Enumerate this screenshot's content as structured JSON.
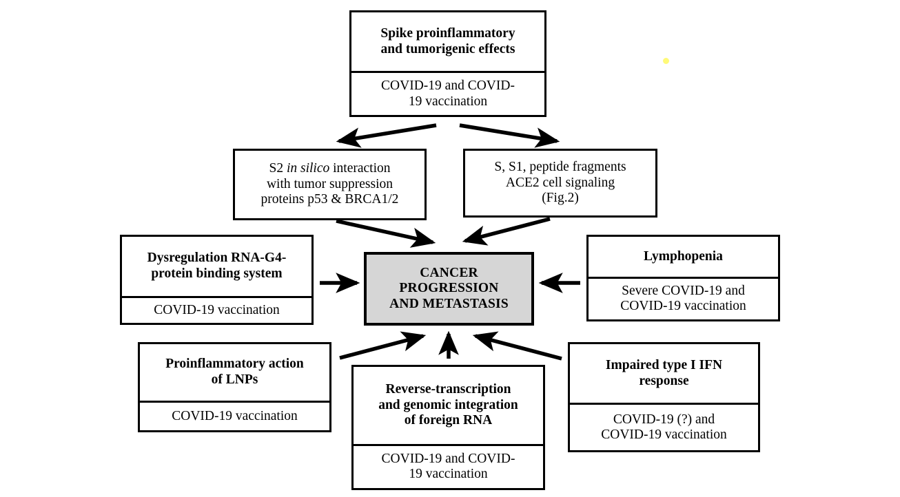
{
  "figure": {
    "type": "flowchart",
    "background": "#ffffff",
    "line_color": "#000000",
    "highlight_fill": "#d6d6d6",
    "marker_color": "#fffa78"
  },
  "boxes": {
    "spike": {
      "title": "Spike proinflammatory and tumorigenic effects",
      "title_line1": "Spike proinflammatory",
      "title_line2": "and tumorigenic effects",
      "source_line1": "COVID-19 and COVID-",
      "source_line2": "19 vaccination"
    },
    "s2_insilico": {
      "line1_a": "S2 ",
      "line1_italic": "in silico",
      "line1_b": " interaction",
      "line2": "with tumor suppression",
      "line3": "proteins p53 & BRCA1/2"
    },
    "ace2": {
      "line1": "S, S1, peptide fragments",
      "line2": "ACE2 cell signaling",
      "line3": "(Fig.2)"
    },
    "center": {
      "line1": "CANCER",
      "line2": "PROGRESSION",
      "line3": "AND METASTASIS"
    },
    "rna_g4": {
      "title_line1": "Dysregulation RNA-G4-",
      "title_line2": "protein binding system",
      "source": "COVID-19 vaccination"
    },
    "lymphopenia": {
      "title": "Lymphopenia",
      "source_line1": "Severe COVID-19 and",
      "source_line2": "COVID-19 vaccination"
    },
    "lnp": {
      "title_line1": "Proinflammatory action",
      "title_line2": "of LNPs",
      "source": "COVID-19 vaccination"
    },
    "reverse_transcription": {
      "title_line1": "Reverse-transcription",
      "title_line2": "and genomic integration",
      "title_line3": "of foreign RNA",
      "source_line1": "COVID-19 and COVID-",
      "source_line2": "19 vaccination"
    },
    "ifn": {
      "title_line1": "Impaired type I IFN",
      "title_line2": "response",
      "source_line1": "COVID-19 (?) and",
      "source_line2": "COVID-19 vaccination"
    }
  },
  "arrows": [
    {
      "name": "spike-to-s2",
      "from": "spike",
      "to": "s2_insilico",
      "direction": "down-left"
    },
    {
      "name": "spike-to-ace2",
      "from": "spike",
      "to": "ace2",
      "direction": "down-right"
    },
    {
      "name": "s2-to-center",
      "from": "s2_insilico",
      "to": "center",
      "direction": "down-right"
    },
    {
      "name": "ace2-to-center",
      "from": "ace2",
      "to": "center",
      "direction": "down-left"
    },
    {
      "name": "rnag4-to-center",
      "from": "rna_g4",
      "to": "center",
      "direction": "right"
    },
    {
      "name": "lymphopenia-to-center",
      "from": "lymphopenia",
      "to": "center",
      "direction": "left"
    },
    {
      "name": "lnp-to-center",
      "from": "lnp",
      "to": "center",
      "direction": "up-right"
    },
    {
      "name": "reverse-to-center",
      "from": "reverse_transcription",
      "to": "center",
      "direction": "up"
    },
    {
      "name": "ifn-to-center",
      "from": "ifn",
      "to": "center",
      "direction": "up-left"
    }
  ]
}
